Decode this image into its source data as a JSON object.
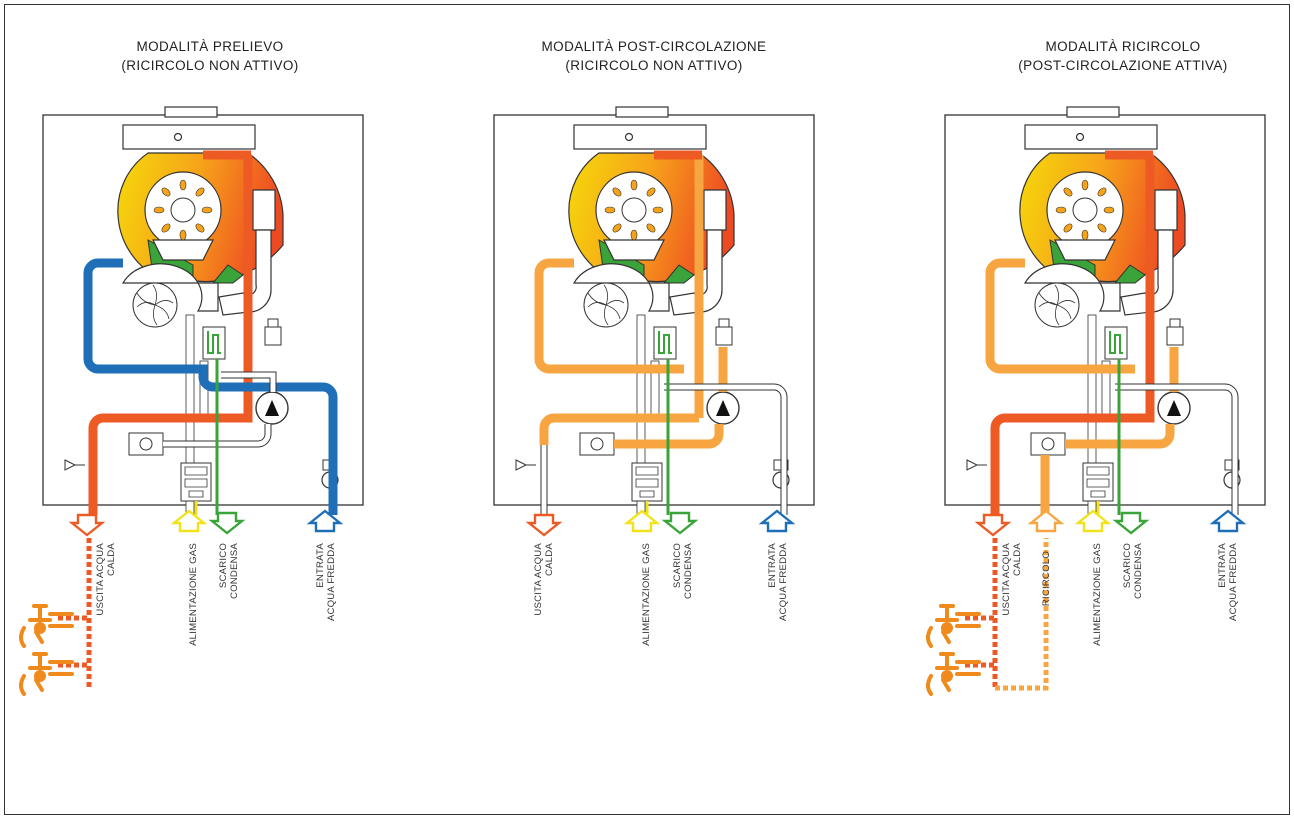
{
  "panels": [
    {
      "title_line1": "MODALITÀ PRELIEVO",
      "title_line2": "(RICIRCOLO NON ATTIVO)",
      "labels": {
        "hot_outlet_1": "USCITA ACQUA",
        "hot_outlet_2": "CALDA",
        "gas": "ALIMENTAZIONE GAS",
        "condensate_1": "SCARICO",
        "condensate_2": "CONDENSA",
        "cold_inlet_1": "ENTRATA",
        "cold_inlet_2": "ACQUA FREDDA"
      }
    },
    {
      "title_line1": "MODALITÀ POST-CIRCOLAZIONE",
      "title_line2": "(RICIRCOLO NON ATTIVO)",
      "labels": {
        "hot_outlet_1": "USCITA ACQUA",
        "hot_outlet_2": "CALDA",
        "gas": "ALIMENTAZIONE GAS",
        "condensate_1": "SCARICO",
        "condensate_2": "CONDENSA",
        "cold_inlet_1": "ENTRATA",
        "cold_inlet_2": "ACQUA FREDDA"
      }
    },
    {
      "title_line1": "MODALITÀ RICIRCOLO",
      "title_line2": "(POST-CIRCOLAZIONE ATTIVA)",
      "labels": {
        "hot_outlet_1": "USCITA ACQUA",
        "hot_outlet_2": "CALDA",
        "recirculation": "RICIRCOLO",
        "gas": "ALIMENTAZIONE GAS",
        "condensate_1": "SCARICO",
        "condensate_2": "CONDENSA",
        "cold_inlet_1": "ENTRATA",
        "cold_inlet_2": "ACQUA FREDDA"
      }
    }
  ],
  "colors": {
    "hot": "#ee5a24",
    "warm": "#f7a541",
    "cold": "#1f6fb8",
    "gas": "#f1e21b",
    "condensate": "#3aa33a",
    "outline": "#333333"
  }
}
